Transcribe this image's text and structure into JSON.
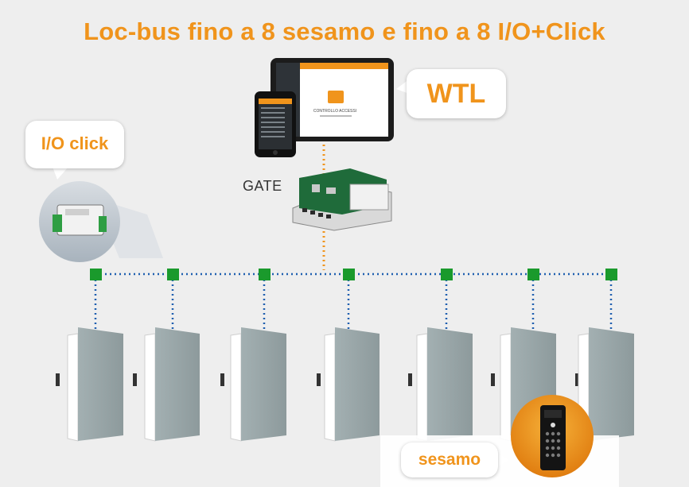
{
  "title": "Loc-bus fino a 8 sesamo e fino a 8 I/O+Click",
  "labels": {
    "wtl": "WTL",
    "io_click": "I/O click",
    "gate": "GATE",
    "sesamo": "sesamo"
  },
  "tablet_screen": {
    "heading": "CONTROLLO ACCESSI"
  },
  "colors": {
    "accent": "#f0941c",
    "bus_node": "#1a9a2c",
    "bus_line": "#1f5fb0",
    "door": "#9aa7a9"
  }
}
